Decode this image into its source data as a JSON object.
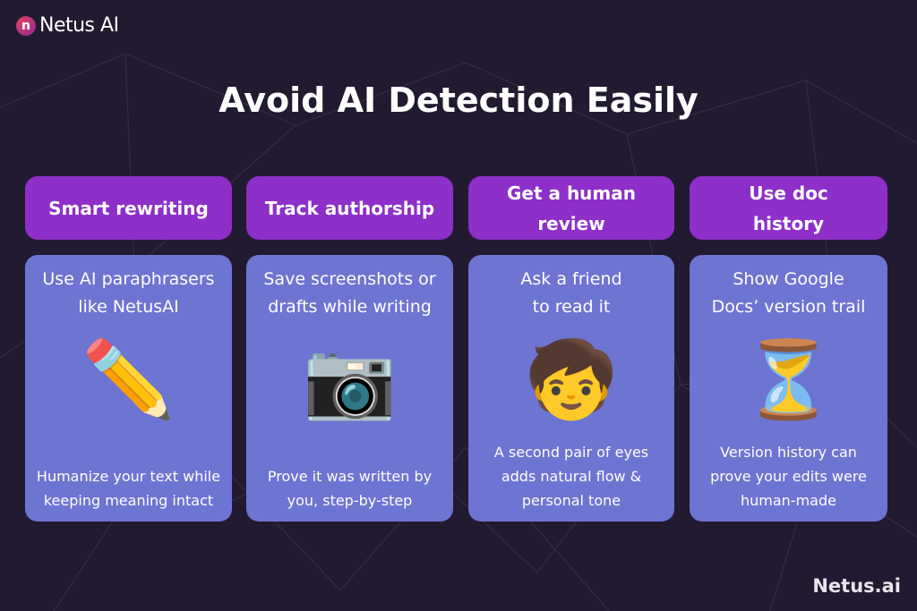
{
  "brand": {
    "logo_mark": "n",
    "logo_text": "Netus AI",
    "footer": "Netus.ai"
  },
  "title": "Avoid AI Detection Easily",
  "colors": {
    "background": "#221a31",
    "header": "#8d2fc8",
    "card": "#6e74d1"
  },
  "columns": [
    {
      "heading": "Smart rewriting",
      "top": "Use AI paraphrasers like NetusAI",
      "icon": "pencil-icon",
      "glyph": "✏️",
      "bottom": "Humanize your text while keeping meaning intact"
    },
    {
      "heading": "Track authorship",
      "top": "Save screenshots or drafts while writing",
      "icon": "camera-icon",
      "glyph": "📷",
      "bottom": "Prove it was written by you, step-by-step"
    },
    {
      "heading": "Get a human review",
      "top": "Ask a friend to read it",
      "icon": "person-icon",
      "glyph": "🧒",
      "bottom": "A second pair of eyes adds natural flow & personal tone"
    },
    {
      "heading": "Use doc history",
      "top": "Show Google Docs’ version trail",
      "icon": "hourglass-icon",
      "glyph": "⏳",
      "bottom": "Version history can prove your edits were human-made"
    }
  ]
}
